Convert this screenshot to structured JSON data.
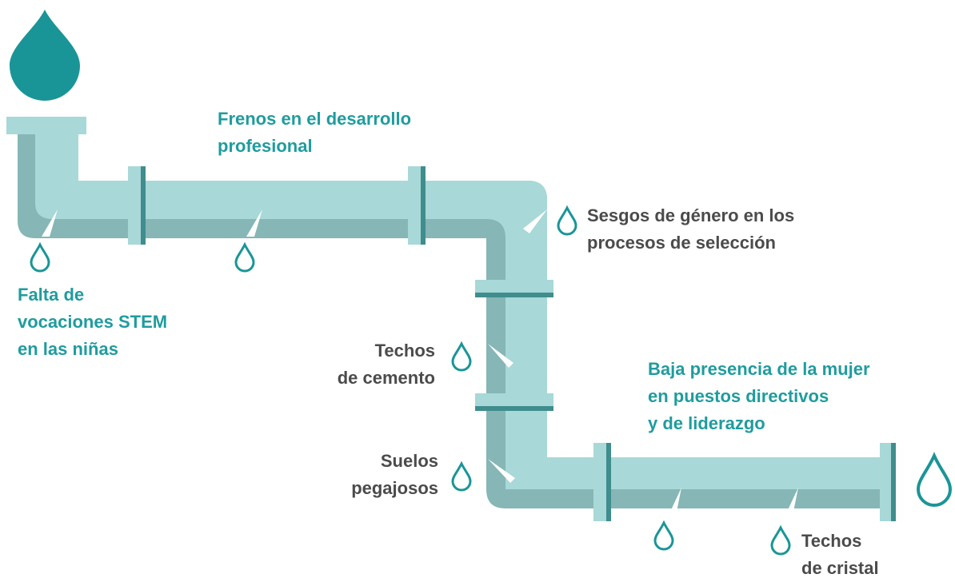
{
  "colors": {
    "pipe_light": "#a8d8d8",
    "pipe_shadow": "#86b6b6",
    "joint": "#3f8d8d",
    "drop": "#1a9597",
    "teal_text": "#1f9c9e",
    "gray_text": "#4b4b4b"
  },
  "icons": [
    "source-drop-icon",
    "leak-drop-icon",
    "outlet-drop-icon"
  ],
  "labels": {
    "frenos": [
      "Frenos en el desarrollo",
      "profesional"
    ],
    "sesgos": [
      "Sesgos de género en los",
      "procesos de selección"
    ],
    "falta": [
      "Falta de",
      "vocaciones STEM",
      "en las niñas"
    ],
    "techos_cemento": [
      "Techos",
      "de cemento"
    ],
    "baja": [
      "Baja presencia de la mujer",
      "en puestos directivos",
      "y de liderazgo"
    ],
    "suelos": [
      "Suelos",
      "pegajosos"
    ],
    "techos_cristal": [
      "Techos",
      "de cristal"
    ]
  }
}
